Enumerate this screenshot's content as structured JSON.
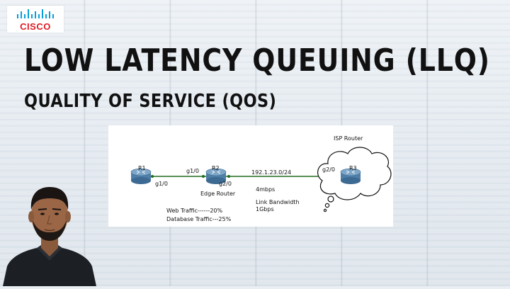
{
  "brand": {
    "logo_text": "CISCO",
    "color": "#e21b24"
  },
  "title": "LOW LATENCY QUEUING (LLQ)",
  "subtitle": "QUALITY OF SERVICE (QOS)",
  "diagram": {
    "nodes": {
      "r1": {
        "label": "R1",
        "port": "g1/0"
      },
      "r2": {
        "label": "R2",
        "port_left": "g1/0",
        "port_right": "g2/0",
        "caption": "Edge Router"
      },
      "r3": {
        "label": "R3",
        "port": "g2/0"
      }
    },
    "isp_label": "ISP Router",
    "network": "192.1.23.0/24",
    "speed": "4mbps",
    "link_bandwidth_label": "Link Bandwidth",
    "link_bandwidth_value": "1Gbps",
    "policy": {
      "web": "Web Traffic------20%",
      "database": "Database Traffic---25%"
    }
  },
  "colors": {
    "router_body": "#4f7ea8",
    "router_top": "#7ea6c8",
    "link": "#1f6b1f"
  }
}
